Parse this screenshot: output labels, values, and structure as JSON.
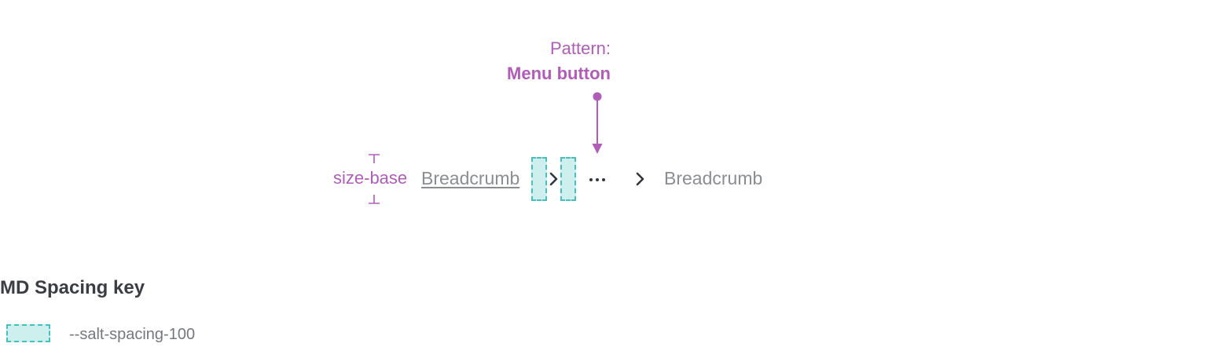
{
  "colors": {
    "accent_purple": "#b05cb8",
    "teal_fill": "#cdf0ee",
    "teal_border": "#45c0bb",
    "gray_text": "#8a8d92",
    "dark_text": "#33373d",
    "heading_text": "#3a3e44",
    "muted_text": "#75787e"
  },
  "annotation": {
    "pattern_prefix": "Pattern:",
    "pattern_name": "Menu button",
    "size_label": "size-base",
    "arrow_icon": "down-arrow-with-dot",
    "measure_icon": "vertical-measure-ticks"
  },
  "breadcrumb": {
    "items": [
      {
        "label": "Breadcrumb"
      },
      {
        "label": "Breadcrumb"
      }
    ],
    "separator_icon": "chevron-right",
    "overflow_icon": "ellipsis-horizontal",
    "spacing_bar_icon": "salt-spacing-100-indicator"
  },
  "spacing_key": {
    "title": "MD Spacing key",
    "items": [
      {
        "token": "--salt-spacing-100"
      }
    ]
  }
}
